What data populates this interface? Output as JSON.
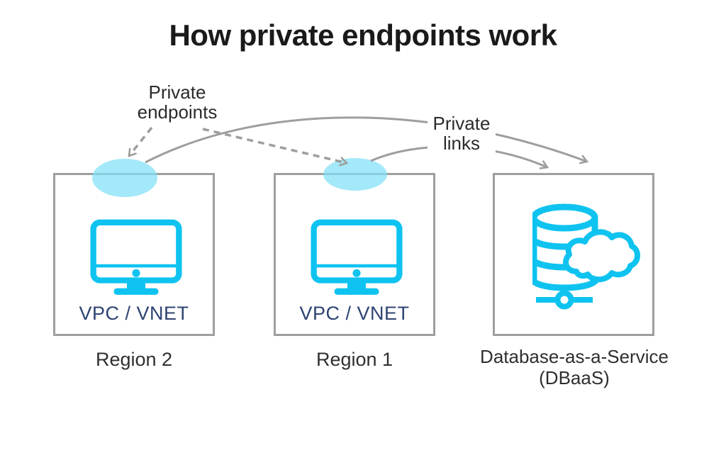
{
  "title": "How private endpoints work",
  "annotations": {
    "private_endpoints": "Private\nendpoints",
    "private_links": "Private\nlinks"
  },
  "regions": [
    {
      "label": "VPC / VNET",
      "caption": "Region 2"
    },
    {
      "label": "VPC / VNET",
      "caption": "Region 1"
    }
  ],
  "dbaas": {
    "caption": "Database-as-a-Service\n(DBaaS)"
  },
  "icons": {
    "region_icon": "monitor-icon",
    "dbaas_icon": "database-cloud-icon",
    "endpoint_marker": "cyan-ellipse"
  },
  "colors": {
    "accent_cyan": "#0fc3f0",
    "endpoint_ellipse": "#a2e8f9",
    "line_gray": "#9e9e9e",
    "vpc_text_navy": "#2e4372",
    "text_dark": "#2b2b2b"
  }
}
